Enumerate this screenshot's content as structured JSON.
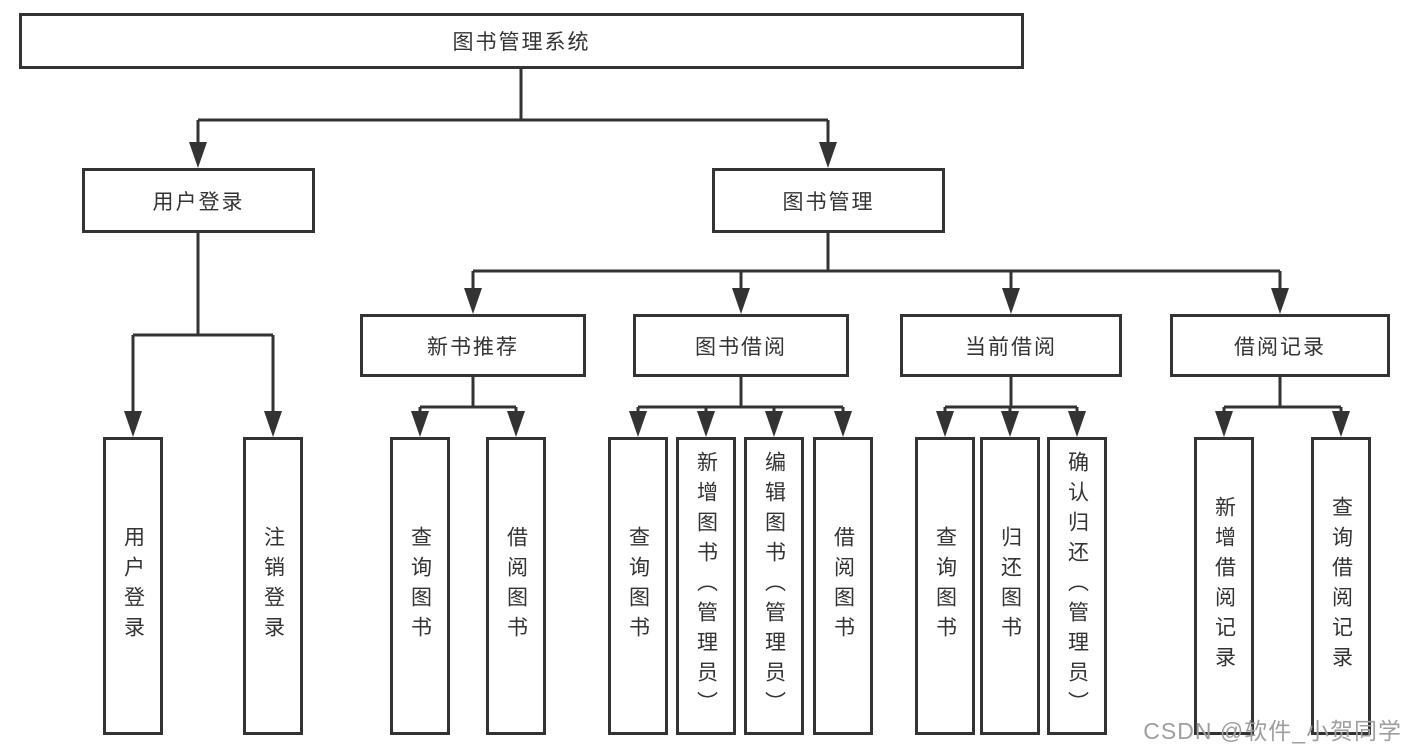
{
  "tree": {
    "root": "图书管理系统",
    "branches": [
      {
        "label": "用户登录",
        "children": [
          "用户登录",
          "注销登录"
        ]
      },
      {
        "label": "图书管理",
        "sections": [
          {
            "label": "新书推荐",
            "children": [
              "查询图书",
              "借阅图书"
            ]
          },
          {
            "label": "图书借阅",
            "children": [
              "查询图书",
              "新增图书（管理员）",
              "编辑图书（管理员）",
              "借阅图书"
            ]
          },
          {
            "label": "当前借阅",
            "children": [
              "查询图书",
              "归还图书",
              "确认归还（管理员）"
            ]
          },
          {
            "label": "借阅记录",
            "children": [
              "新增借阅记录",
              "查询借阅记录"
            ]
          }
        ]
      }
    ]
  },
  "watermark": {
    "text": "CSDN @软件_小贺同学"
  },
  "colors": {
    "line": "#333333",
    "box_border": "#333333",
    "text": "#333333",
    "watermark": "#9e9e9e",
    "background": "#ffffff"
  }
}
